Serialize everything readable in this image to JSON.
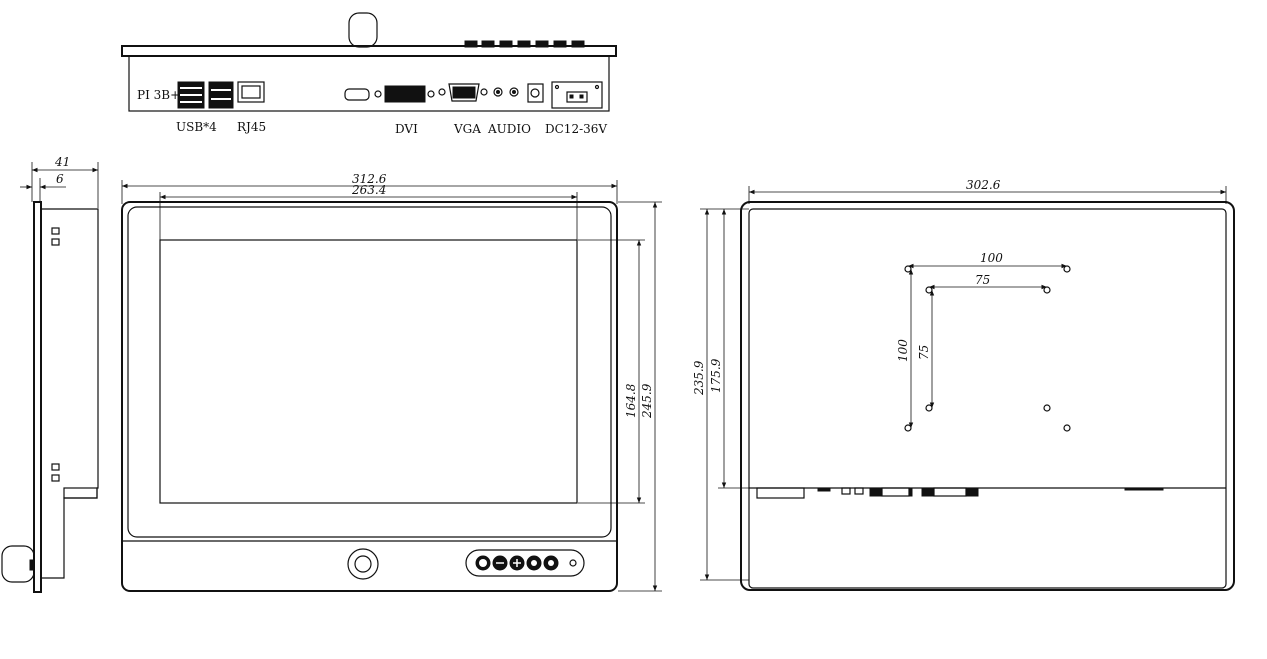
{
  "top_view": {
    "panel_label": "PI 3B+",
    "port_labels": {
      "usb": "USB*4",
      "rj45": "RJ45",
      "dvi": "DVI",
      "vga": "VGA",
      "audio": "AUDIO",
      "dc": "DC12-36V"
    }
  },
  "side_view": {
    "depth_dim": "41",
    "bezel_dim": "6"
  },
  "front_view": {
    "overall_width_dim": "312.6",
    "screen_width_dim": "263.4",
    "screen_height_dim": "164.8",
    "overall_height_dim": "245.9"
  },
  "rear_view": {
    "width_dim": "302.6",
    "height_dim": "235.9",
    "upper_height_dim": "175.9",
    "vesa_100_h": "100",
    "vesa_75_h": "75",
    "vesa_100_v": "100",
    "vesa_75_v": "75"
  }
}
